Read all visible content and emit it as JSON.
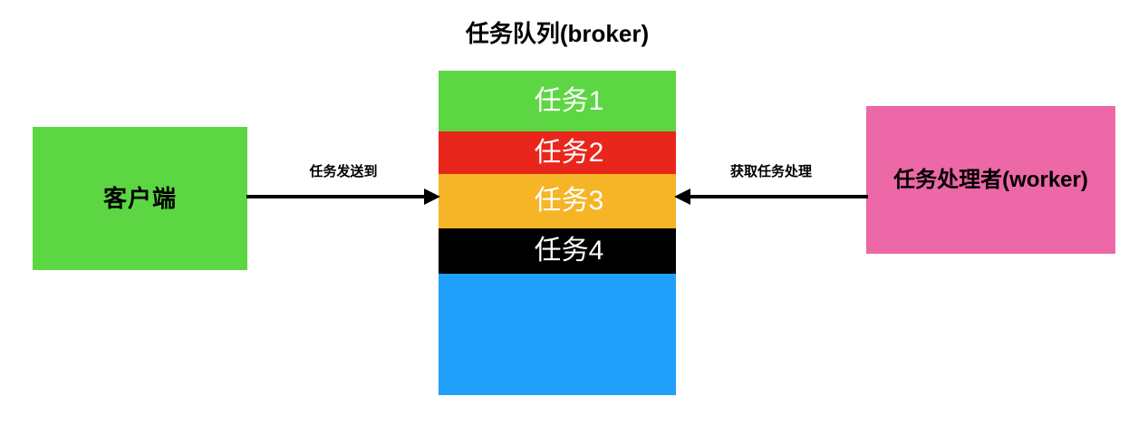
{
  "diagram": {
    "title": "任务队列(broker)",
    "nodes": {
      "client": {
        "label": "客户端",
        "color": "#5dd643",
        "text_color": "#000000"
      },
      "worker": {
        "label": "任务处理者(worker)",
        "color": "#ec68a6",
        "text_color": "#000000"
      },
      "broker": {
        "title": "任务队列(broker)",
        "slots": [
          {
            "label": "任务1",
            "color": "#5dd643",
            "text_color": "#ffffff"
          },
          {
            "label": "任务2",
            "color": "#e8261c",
            "text_color": "#ffffff"
          },
          {
            "label": "任务3",
            "color": "#f5b527",
            "text_color": "#ffffff"
          },
          {
            "label": "任务4",
            "color": "#000000",
            "text_color": "#ffffff"
          },
          {
            "label": "",
            "color": "#20a0fa",
            "text_color": "#ffffff"
          }
        ]
      }
    },
    "edges": [
      {
        "id": "client-to-broker",
        "label": "任务发送到",
        "direction": "right",
        "color": "#000000"
      },
      {
        "id": "worker-to-broker",
        "label": "获取任务处理",
        "direction": "left",
        "color": "#000000"
      }
    ]
  }
}
